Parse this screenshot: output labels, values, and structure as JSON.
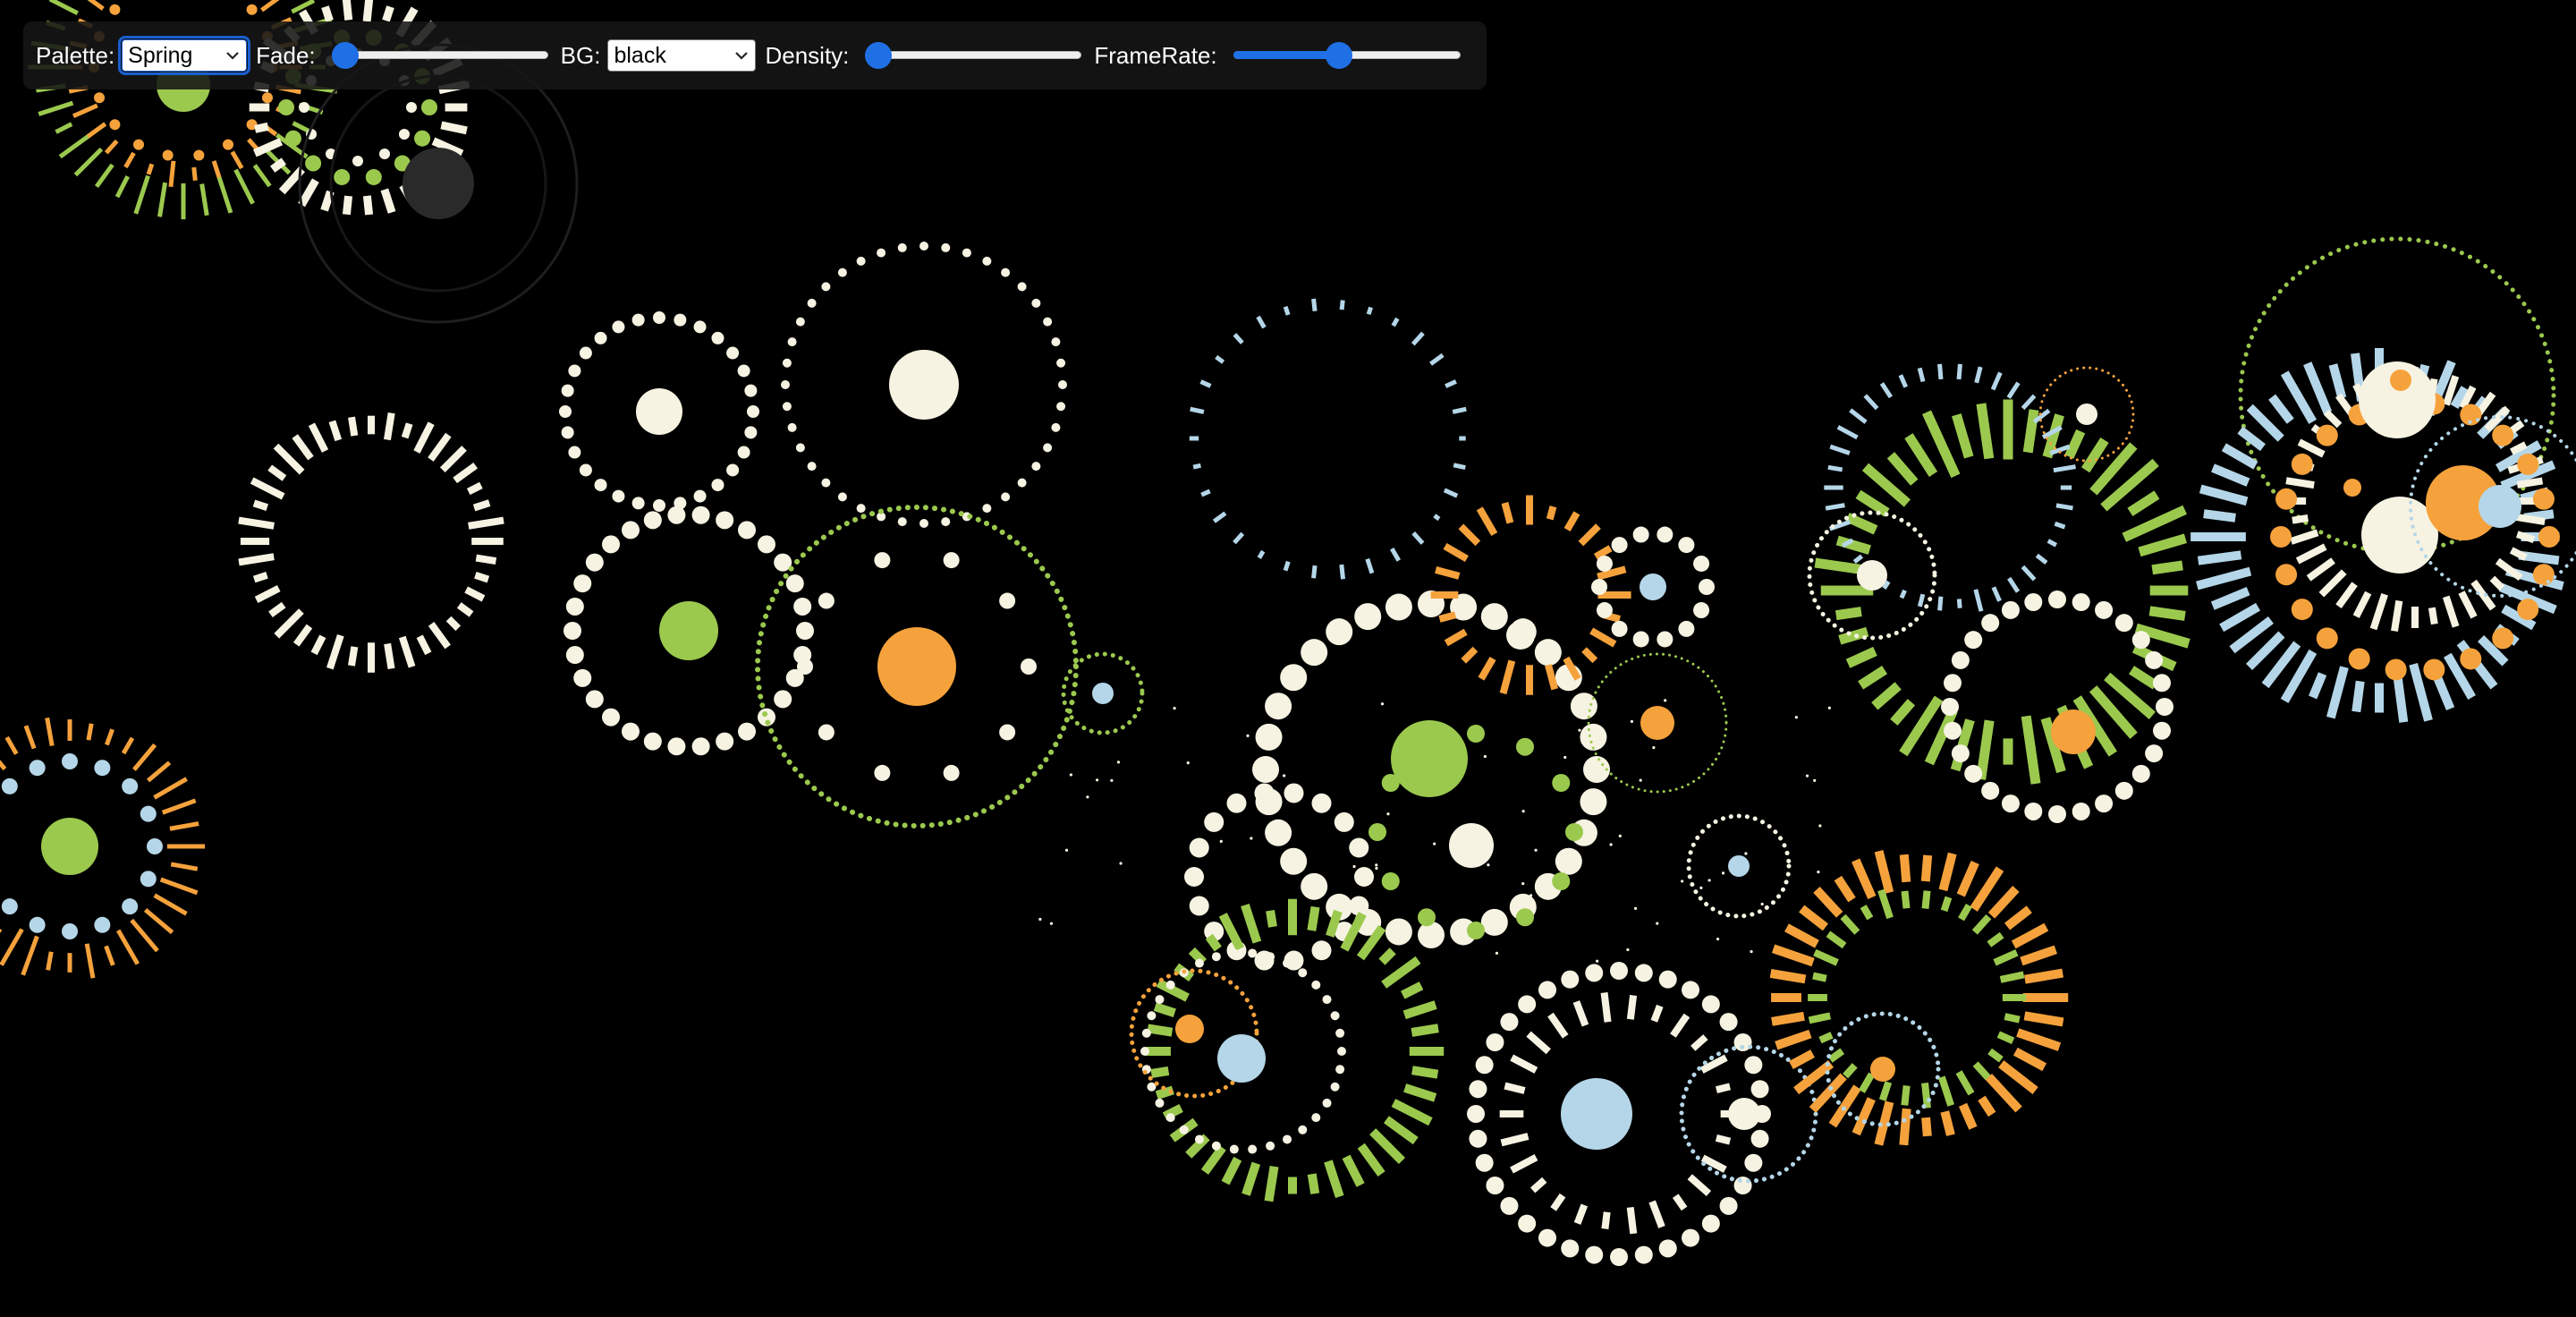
{
  "controls": {
    "palette": {
      "label": "Palette:",
      "value": "Spring"
    },
    "fade": {
      "label": "Fade:",
      "level": 0.0
    },
    "bg": {
      "label": "BG:",
      "value": "black"
    },
    "density": {
      "label": "Density:",
      "level": 0.0
    },
    "framerate": {
      "label": "FrameRate:",
      "level": 0.46
    }
  },
  "colors": {
    "background": "#000000",
    "cream": "#f6f3e2",
    "green": "#9bc94e",
    "orange": "#f5a23c",
    "lightblue": "#b4d6e8",
    "slider_accent": "#1f6fe5",
    "panel": "#161616"
  },
  "icons": {
    "select_arrow": "chevron-down-icon"
  }
}
